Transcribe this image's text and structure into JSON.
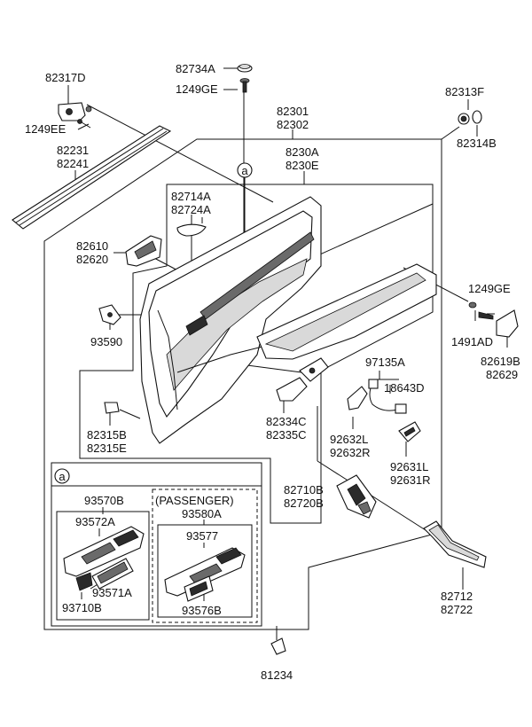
{
  "labels": {
    "l82317D": "82317D",
    "l1249EE": "1249EE",
    "l82231": "82231",
    "l82241": "82241",
    "l82734A": "82734A",
    "l1249GE_top": "1249GE",
    "l82301": "82301",
    "l82302": "82302",
    "l82313F": "82313F",
    "l82314B": "82314B",
    "l8230A": "8230A",
    "l8230E": "8230E",
    "l82714A": "82714A",
    "l82724A": "82724A",
    "l82610": "82610",
    "l82620": "82620",
    "l1249GE_right": "1249GE",
    "l1491AD": "1491AD",
    "l82619B": "82619B",
    "l82629": "82629",
    "l93590": "93590",
    "l97135A": "97135A",
    "l18643D": "18643D",
    "l82315B": "82315B",
    "l82315E": "82315E",
    "l82334C": "82334C",
    "l82335C": "82335C",
    "l92632L": "92632L",
    "l92632R": "92632R",
    "l92631L": "92631L",
    "l92631R": "92631R",
    "l82710B": "82710B",
    "l82720B": "82720B",
    "l93570B": "93570B",
    "l93572A": "93572A",
    "l93571A": "93571A",
    "l93710B": "93710B",
    "lPassenger": "(PASSENGER)",
    "l93580A": "93580A",
    "l93577": "93577",
    "l93576B": "93576B",
    "l82712": "82712",
    "l82722": "82722",
    "l81234": "81234",
    "callout_main": "a",
    "callout_inset": "a"
  }
}
